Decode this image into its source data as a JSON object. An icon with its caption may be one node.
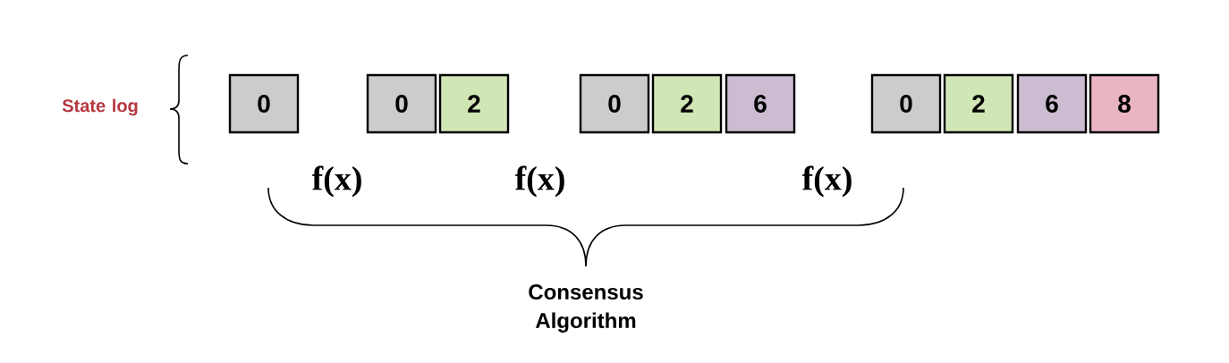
{
  "diagram": {
    "nodes": [
      {
        "text": [
          "0"
        ]
      },
      {
        "text": [
          "0"
        ]
      },
      {
        "text": [
          "2"
        ]
      },
      {
        "text": [
          "0"
        ]
      },
      {
        "text": [
          "2"
        ]
      },
      {
        "text": [
          "6"
        ]
      },
      {
        "text": [
          "0"
        ]
      },
      {
        "text": [
          "2"
        ]
      },
      {
        "text": [
          "6"
        ]
      },
      {
        "text": [
          "8"
        ]
      }
    ],
    "labels": [
      "State log",
      "f(x)",
      "f(x)",
      "f(x)",
      "Consensus Algorithm"
    ]
  }
}
